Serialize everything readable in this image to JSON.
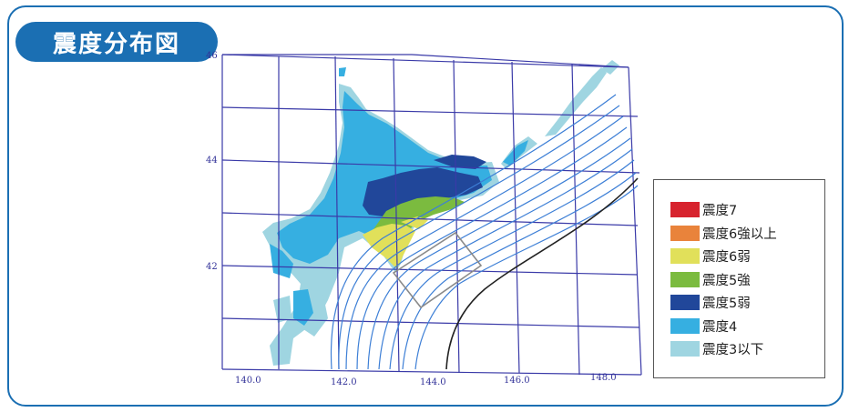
{
  "title": "震度分布図",
  "map": {
    "lat_ticks": [
      "46",
      "44",
      "42"
    ],
    "lon_ticks": [
      "140.0",
      "142.0",
      "144.0",
      "146.0",
      "148.0"
    ]
  },
  "legend": {
    "items": [
      {
        "label": "震度7",
        "color": "#d7232e"
      },
      {
        "label": "震度6強以上",
        "color": "#e9833b"
      },
      {
        "label": "震度6弱",
        "color": "#e1e05a"
      },
      {
        "label": "震度5強",
        "color": "#7bbb3f"
      },
      {
        "label": "震度5弱",
        "color": "#21479a"
      },
      {
        "label": "震度4",
        "color": "#36afe1"
      },
      {
        "label": "震度3以下",
        "color": "#9fd5e1"
      }
    ]
  }
}
